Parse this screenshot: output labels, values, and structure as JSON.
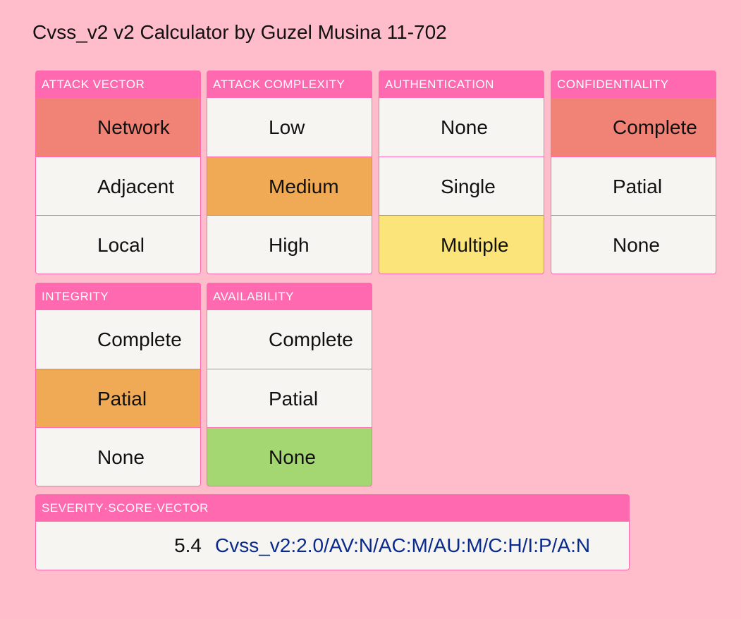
{
  "title": "Cvss_v2 v2 Calculator by Guzel Musina 11-702",
  "metrics": {
    "attack_vector": {
      "header": "ATTACK VECTOR",
      "options": [
        "Network",
        "Adjacent",
        "Local"
      ],
      "selected": "Network"
    },
    "attack_complexity": {
      "header": "ATTACK COMPLEXITY",
      "options": [
        "Low",
        "Medium",
        "High"
      ],
      "selected": "Medium"
    },
    "authentication": {
      "header": "AUTHENTICATION",
      "options": [
        "None",
        "Single",
        "Multiple"
      ],
      "selected": "Multiple"
    },
    "confidentiality": {
      "header": "CONFIDENTIALITY",
      "options": [
        "Complete",
        "Patial",
        "None"
      ],
      "selected": "Complete"
    },
    "integrity": {
      "header": "INTEGRITY",
      "options": [
        "Complete",
        "Patial",
        "None"
      ],
      "selected": "Patial"
    },
    "availability": {
      "header": "AVAILABILITY",
      "options": [
        "Complete",
        "Patial",
        "None"
      ],
      "selected": "None"
    }
  },
  "score": {
    "header": "SEVERITY·SCORE·VECTOR",
    "value": "5.4",
    "vector": "Cvss_v2:2.0/AV:N/AC:M/AU:M/C:H/I:P/A:N"
  },
  "colors": {
    "background": "#ffbccb",
    "header": "#ff69b0",
    "option_bg": "#f6f5f2",
    "selected_red": "#f08276",
    "selected_orange": "#f0aa55",
    "selected_yellow": "#fbe47a",
    "selected_green": "#a4d672",
    "vector_text": "#0a2a8c"
  }
}
